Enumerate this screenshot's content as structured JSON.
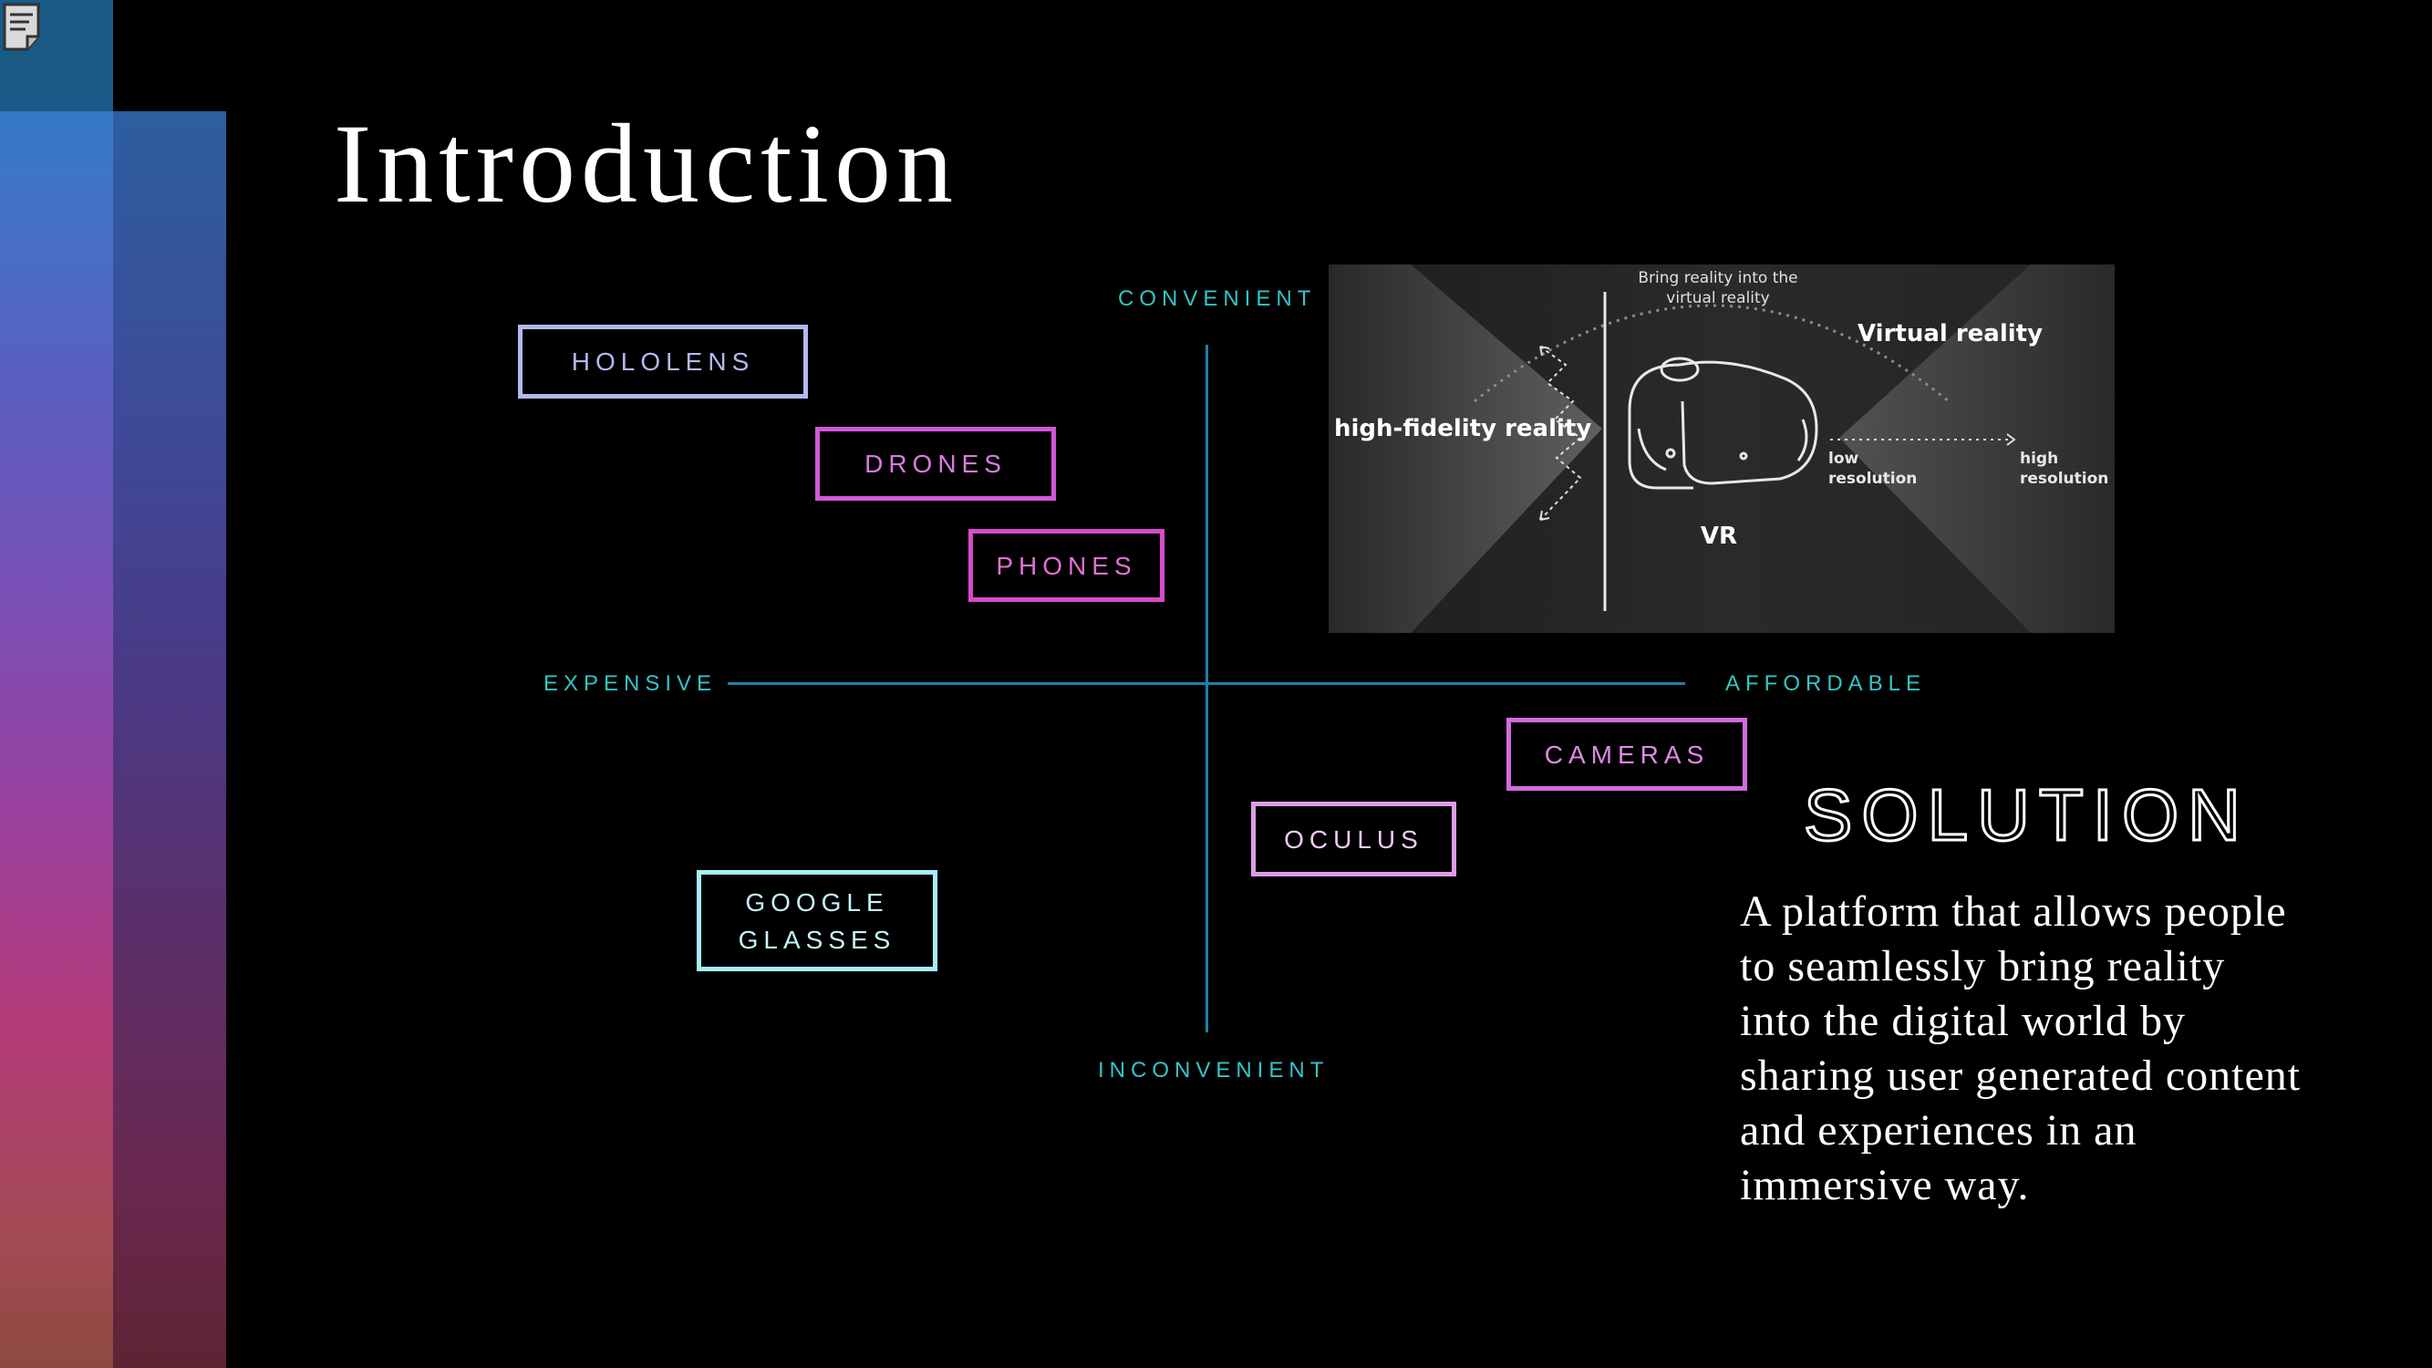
{
  "slide": {
    "title": "Introduction",
    "icons": {
      "note": "speaker-notes-icon"
    }
  },
  "matrix": {
    "axes": {
      "top": "CONVENIENT",
      "bottom": "INCONVENIENT",
      "left": "EXPENSIVE",
      "right": "AFFORDABLE"
    },
    "items": {
      "hololens": "HOLOLENS",
      "drones": "DRONES",
      "phones": "PHONES",
      "cameras": "CAMERAS",
      "oculus": "OCULUS",
      "google_line1": "GOOGLE",
      "google_line2": "GLASSES"
    },
    "colors": {
      "axis_line": "#1f7fa8",
      "axis_text": "#33c5c8",
      "hololens": "#b3b8ee",
      "drones": "#d158dc",
      "phones": "#d94ac8",
      "cameras": "#d56be0",
      "oculus": "#dd9ce6",
      "google_glasses": "#a6f0f6"
    }
  },
  "graphic": {
    "top_caption_line1": "Bring reality into the",
    "top_caption_line2": "virtual reality",
    "left_label": "high-fidelity reality",
    "right_title": "Virtual reality",
    "low_line1": "low",
    "low_line2": "resolution",
    "high_line1": "high",
    "high_line2": "resolution",
    "center_label": "VR"
  },
  "solution": {
    "title": "SOLUTION",
    "body": "A platform that allows people to seamlessly bring reality into the digital world by sharing user generated content and experiences in an immersive way."
  }
}
